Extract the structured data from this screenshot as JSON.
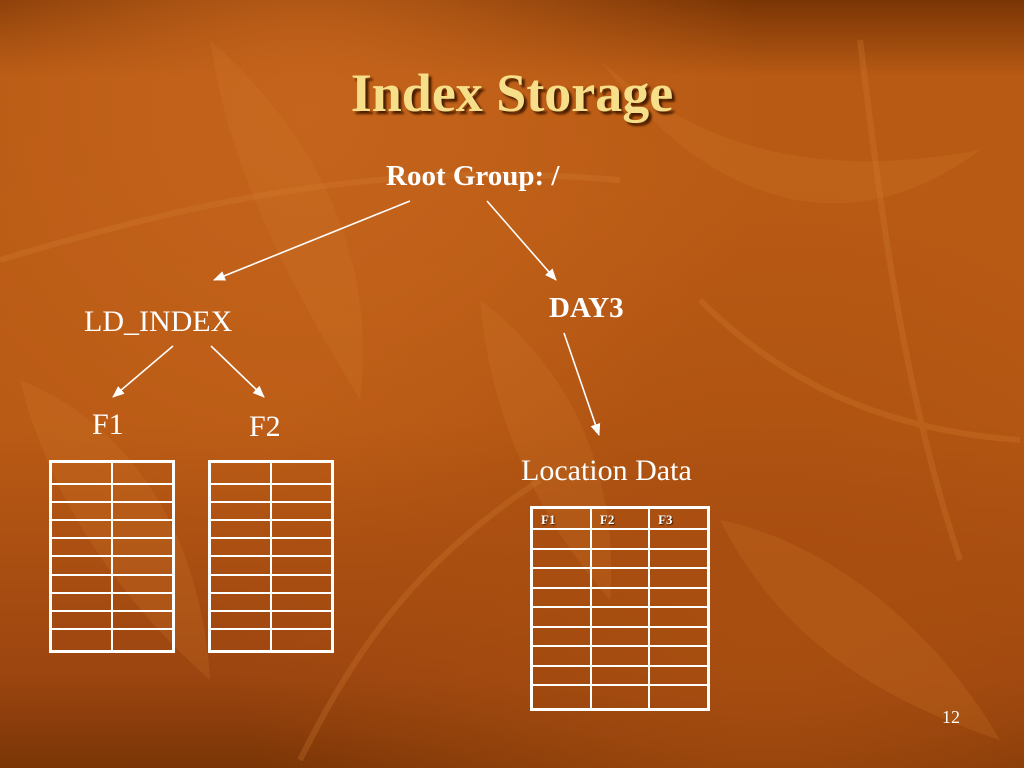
{
  "slide": {
    "title": "Index Storage",
    "page_number": "12"
  },
  "diagram": {
    "root_label": "Root Group: /",
    "ld_index_label": "LD_INDEX",
    "day3_label": "DAY3",
    "f1_label": "F1",
    "f2_label": "F2",
    "location_label": "Location Data",
    "location_columns": [
      "F1",
      "F2",
      "F3"
    ]
  },
  "tables": {
    "f1_rows": 10,
    "f2_rows": 10,
    "location_body_rows": 9
  },
  "colors": {
    "title": "#f7df8a",
    "text": "#ffffff",
    "lines": "#ffffff",
    "background": "#b85a14"
  }
}
